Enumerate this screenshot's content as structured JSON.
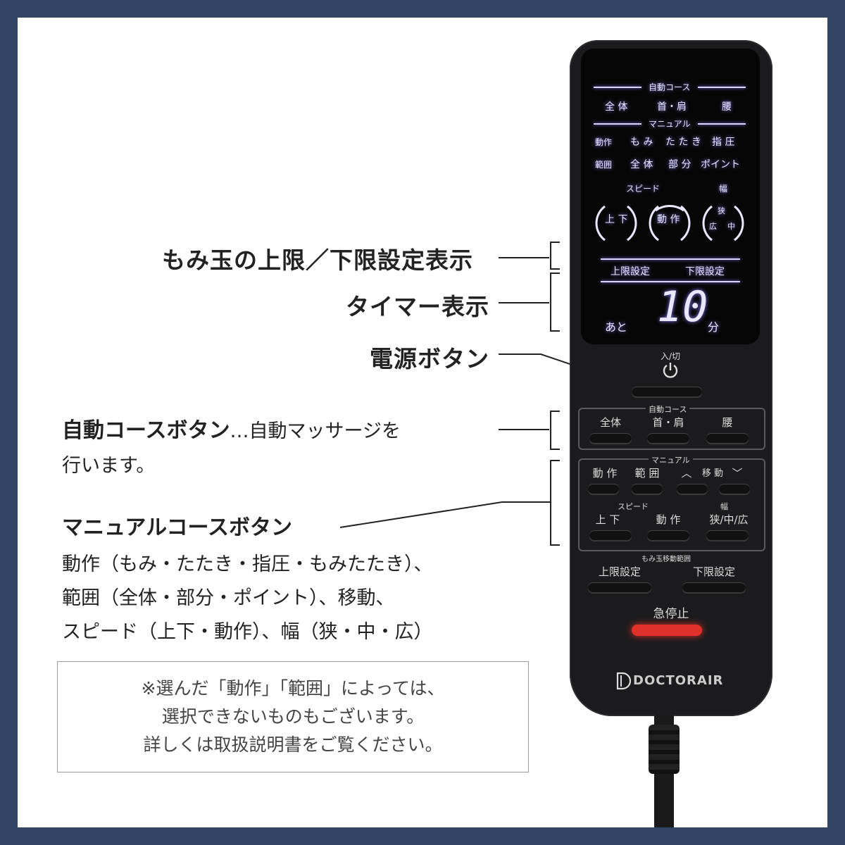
{
  "callouts": {
    "limit_display": "もみ玉の上限／下限設定表示",
    "timer_display": "タイマー表示",
    "power_button": "電源ボタン",
    "auto_course_title": "自動コースボタン",
    "auto_course_desc": "…自動マッサージを",
    "auto_course_desc2": "行います。",
    "manual_title": "マニュアルコースボタン",
    "manual_line1": "動作（もみ・たたき・指圧・もみたたき）、",
    "manual_line2": "範囲（全体・部分・ポイント）、移動、",
    "manual_line3": "スピード（上下・動作）、幅（狭・中・広）"
  },
  "note": {
    "line1": "※選んだ「動作」「範囲」によっては、",
    "line2": "選択できないものもございます。",
    "line3": "詳しくは取扱説明書をご覧ください。"
  },
  "lcd": {
    "auto_course": "自動コース",
    "zentai": "全 体",
    "kubi_kata": "首・肩",
    "koshi": "腰",
    "manual": "マニュアル",
    "dosa_label": "動作",
    "momi": "も み",
    "tataki": "た た き",
    "shiatsu": "指 圧",
    "hanni_label": "範囲",
    "zentai2": "全 体",
    "bubun": "部 分",
    "point": "ポイント",
    "speed": "スピード",
    "haba": "幅",
    "joge": "上 下",
    "dosa": "動 作",
    "kyo": "狭",
    "ko": "広",
    "chu": "中",
    "upper_limit": "上限設定",
    "lower_limit": "下限設定",
    "ato": "あと",
    "timer_value": "10",
    "fun": "分"
  },
  "remote": {
    "power_label": "入/切",
    "auto_course": "自動コース",
    "auto_zentai": "全体",
    "auto_kubikata": "首・肩",
    "auto_koshi": "腰",
    "manual": "マニュアル",
    "m_dosa": "動 作",
    "m_hanni": "範 囲",
    "m_ido": "移 動",
    "speed": "スピード",
    "haba": "幅",
    "s_joge": "上 下",
    "s_dosa": "動 作",
    "s_haba": "狭/中/広",
    "momi_range": "もみ玉移動範囲",
    "upper_limit": "上限設定",
    "lower_limit": "下限設定",
    "emergency_stop": "急停止",
    "brand": "DOCTORAIR"
  },
  "colors": {
    "frame": "#2f4563",
    "lcd_glow": "#8d7cff",
    "stop_button": "#e0302a"
  }
}
